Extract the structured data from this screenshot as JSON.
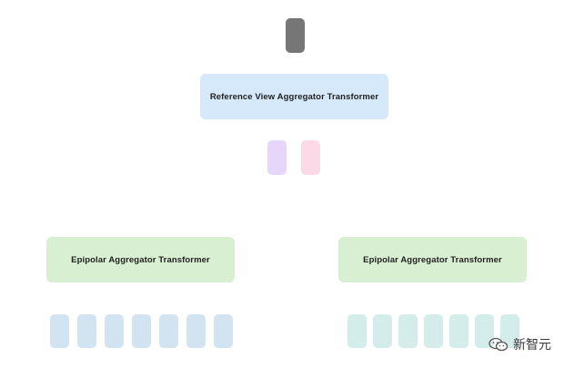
{
  "diagram": {
    "reference_aggregator_label": "Reference View Aggregator Transformer",
    "epipolar_aggregator_left_label": "Epipolar Aggregator Transformer",
    "epipolar_aggregator_right_label": "Epipolar Aggregator Transformer",
    "colors": {
      "top_token": "#767676",
      "reference_box": "#d5e9fb",
      "epipolar_box": "#d8efd1",
      "mid_token_purple": "#e6d6f9",
      "mid_token_pink": "#fbd9e7",
      "left_tokens": "#d2e4f1",
      "right_tokens": "#d4ecea"
    },
    "left_token_count": 7,
    "right_token_count": 7
  },
  "watermark": {
    "text": "新智元",
    "icon": "wechat-icon"
  }
}
